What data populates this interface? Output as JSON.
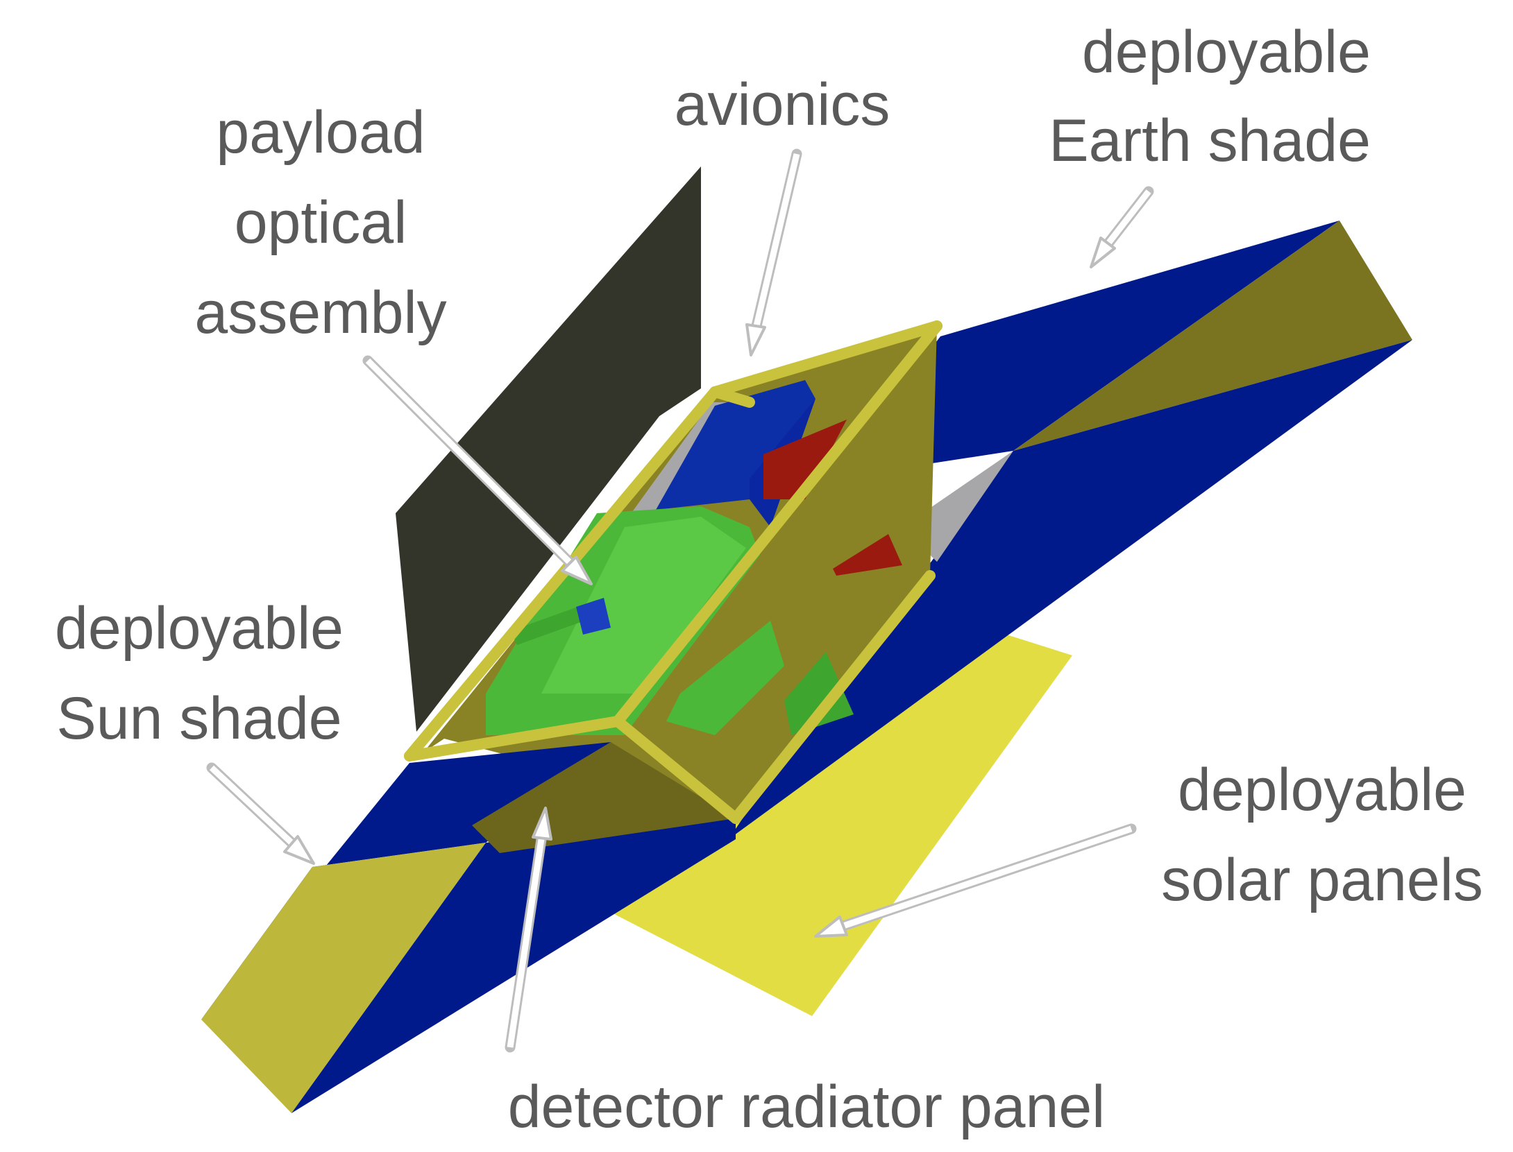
{
  "labels": {
    "earth_shade_1": "deployable",
    "earth_shade_2": "Earth shade",
    "avionics": "avionics",
    "payload_1": "payload",
    "payload_2": "optical",
    "payload_3": "assembly",
    "sun_shade_1": "deployable",
    "sun_shade_2": "Sun shade",
    "solar_1": "deployable",
    "solar_2": "solar panels",
    "radiator": "detector radiator panel"
  },
  "colors": {
    "shade_blue": "#001a8c",
    "shade_olive": "#8c8a1e",
    "shade_olive_light": "#bdb83b",
    "frame_yellow": "#c9c23c",
    "solar_yellow": "#e3dd44",
    "sun_panel_dark": "#33342a",
    "payload_green": "#4cb83a",
    "avionics_blue": "#0c2fa8",
    "red_block": "#9b1a10",
    "inner_grey": "#a7a7a9"
  }
}
